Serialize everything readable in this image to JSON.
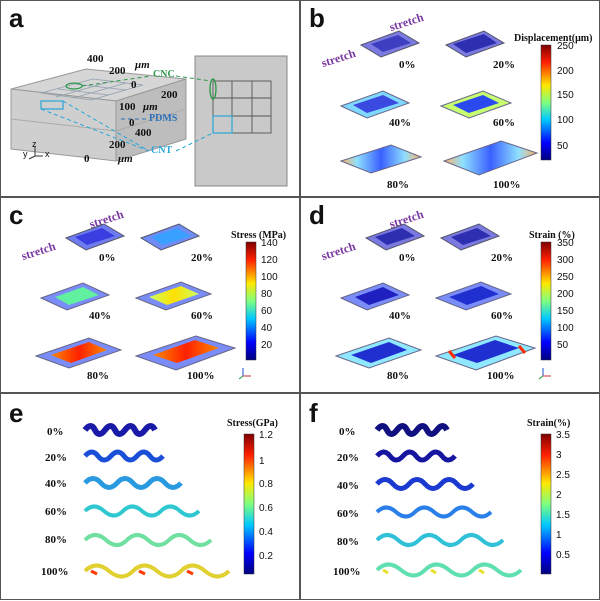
{
  "panels": {
    "a": {
      "label": "a",
      "dims": {
        "d400": "400",
        "d200": "200",
        "um1": "μm",
        "d0": "0",
        "d100": "100",
        "um2": "μm",
        "d0b": "0",
        "d200b": "200",
        "d0c": "0",
        "d200c": "200",
        "d400c": "400",
        "um3": "μm"
      },
      "axes": {
        "y": "y",
        "z": "z",
        "x": "x"
      },
      "callouts": {
        "cnc": "CNC",
        "pdms": "PDMS",
        "cnt": "CNT"
      },
      "colors": {
        "cnc": "#2e9a4c",
        "pdms": "#2a6fb8",
        "cnt": "#28a6d8"
      }
    },
    "b": {
      "label": "b",
      "stretch_left": "stretch",
      "stretch_right": "stretch",
      "levels": [
        "0%",
        "20%",
        "40%",
        "60%",
        "80%",
        "100%"
      ],
      "colorbar": {
        "title": "Displacement(μm)",
        "ticks": [
          "250",
          "200",
          "150",
          "100",
          "50"
        ]
      }
    },
    "c": {
      "label": "c",
      "stretch_left": "stretch",
      "stretch_right": "stretch",
      "levels": [
        "0%",
        "20%",
        "40%",
        "60%",
        "80%",
        "100%"
      ],
      "colorbar": {
        "title": "Stress (MPa)",
        "ticks": [
          "140",
          "120",
          "100",
          "80",
          "60",
          "40",
          "20"
        ]
      }
    },
    "d": {
      "label": "d",
      "stretch_left": "stretch",
      "stretch_right": "stretch",
      "levels": [
        "0%",
        "20%",
        "40%",
        "60%",
        "80%",
        "100%"
      ],
      "colorbar": {
        "title": "Strain (%)",
        "ticks": [
          "350",
          "300",
          "250",
          "200",
          "150",
          "100",
          "50"
        ]
      }
    },
    "e": {
      "label": "e",
      "levels": [
        "0%",
        "20%",
        "40%",
        "60%",
        "80%",
        "100%"
      ],
      "colorbar": {
        "title": "Stress(GPa)",
        "ticks": [
          "1.2",
          "1",
          "0.8",
          "0.6",
          "0.4",
          "0.2"
        ]
      }
    },
    "f": {
      "label": "f",
      "levels": [
        "0%",
        "20%",
        "40%",
        "60%",
        "80%",
        "100%"
      ],
      "colorbar": {
        "title": "Strain(%)",
        "ticks": [
          "3.5",
          "3",
          "2.5",
          "2",
          "1.5",
          "1",
          "0.5"
        ]
      }
    }
  },
  "triad": {
    "x": "x",
    "y": "y",
    "z": "z"
  }
}
